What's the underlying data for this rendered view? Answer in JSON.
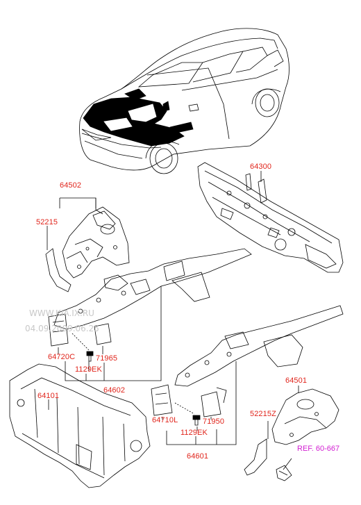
{
  "labels": {
    "p64502": "64502",
    "p52215": "52215",
    "p64300": "64300",
    "p64720C": "64720C",
    "p71965": "71965",
    "p1129EK_a": "1129EK",
    "p64602": "64602",
    "p64101": "64101",
    "p64501": "64501",
    "p52215Z": "52215Z",
    "p64710L": "64710L",
    "p71950": "71950",
    "p1129EK_b": "1129EK",
    "p64601": "64601"
  },
  "reference": {
    "text": "REF. 60-667"
  },
  "watermark": {
    "line1": "WWW.KIA.IX.RU",
    "line2": "04.09.2009.06.25"
  },
  "colors": {
    "label": "#e0241b",
    "reference": "#d21fd2",
    "line": "#000000"
  }
}
